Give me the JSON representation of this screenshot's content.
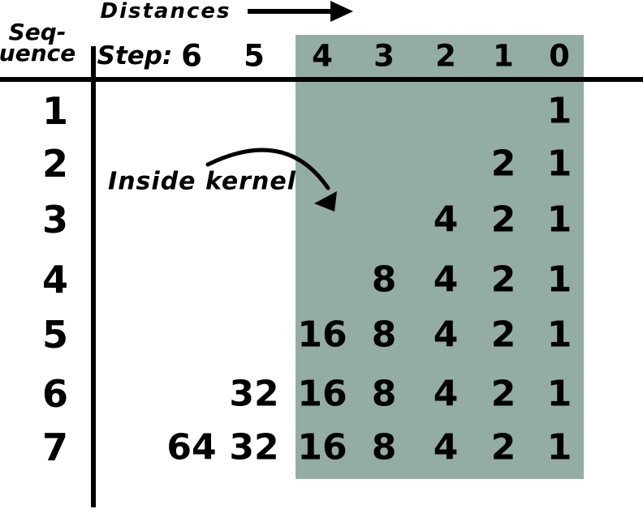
{
  "figure": {
    "title": "Distances",
    "seq_label_line1": "Seq-",
    "seq_label_line2": "uence",
    "kernel_label": "Inside kernel",
    "colors": {
      "kernel_fill": "#93aca6",
      "ink": "#000000",
      "background": "#ffffff"
    },
    "icons": {
      "top_arrow": "right-arrow-icon",
      "kernel_arrow": "curved-down-arrow-icon"
    }
  },
  "chart_data": {
    "type": "table",
    "title": "Distances",
    "row_axis_label": "Sequence",
    "column_axis_label": "Step:",
    "step_headers": [
      "6",
      "5",
      "4",
      "3",
      "2",
      "1",
      "0"
    ],
    "sequence_labels": [
      "1",
      "2",
      "3",
      "4",
      "5",
      "6",
      "7"
    ],
    "kernel_columns": [
      "4",
      "3",
      "2",
      "1",
      "0"
    ],
    "rows": [
      {
        "cells": [
          {
            "col": "0",
            "v": "1"
          }
        ]
      },
      {
        "cells": [
          {
            "col": "1",
            "v": "2"
          },
          {
            "col": "0",
            "v": "1"
          }
        ]
      },
      {
        "cells": [
          {
            "col": "2",
            "v": "4"
          },
          {
            "col": "1",
            "v": "2"
          },
          {
            "col": "0",
            "v": "1"
          }
        ]
      },
      {
        "cells": [
          {
            "col": "3",
            "v": "8"
          },
          {
            "col": "2",
            "v": "4"
          },
          {
            "col": "1",
            "v": "2"
          },
          {
            "col": "0",
            "v": "1"
          }
        ]
      },
      {
        "cells": [
          {
            "col": "4",
            "v": "16"
          },
          {
            "col": "3",
            "v": "8"
          },
          {
            "col": "2",
            "v": "4"
          },
          {
            "col": "1",
            "v": "2"
          },
          {
            "col": "0",
            "v": "1"
          }
        ]
      },
      {
        "cells": [
          {
            "col": "5",
            "v": "32"
          },
          {
            "col": "4",
            "v": "16"
          },
          {
            "col": "3",
            "v": "8"
          },
          {
            "col": "2",
            "v": "4"
          },
          {
            "col": "1",
            "v": "2"
          },
          {
            "col": "0",
            "v": "1"
          }
        ]
      },
      {
        "cells": [
          {
            "col": "6",
            "v": "64"
          },
          {
            "col": "5",
            "v": "32"
          },
          {
            "col": "4",
            "v": "16"
          },
          {
            "col": "3",
            "v": "8"
          },
          {
            "col": "2",
            "v": "4"
          },
          {
            "col": "1",
            "v": "2"
          },
          {
            "col": "0",
            "v": "1"
          }
        ]
      }
    ]
  }
}
